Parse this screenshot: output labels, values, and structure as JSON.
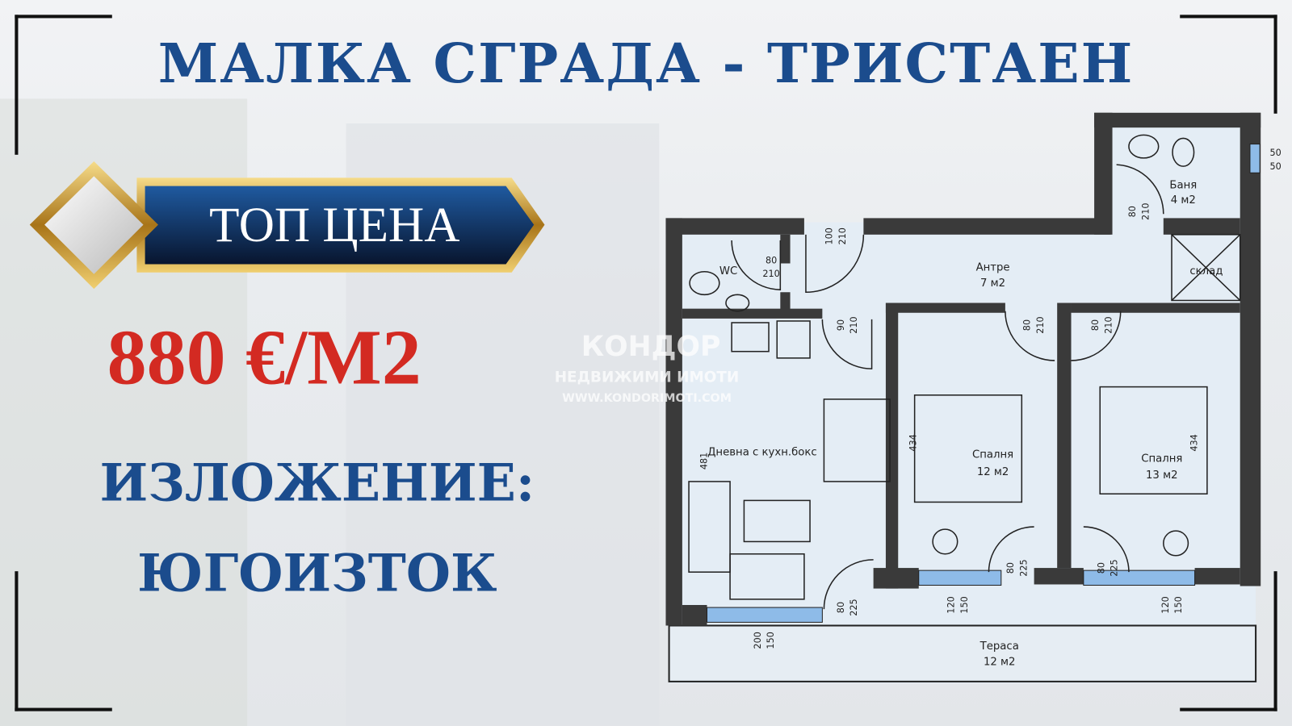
{
  "title": "МАЛКА СГРАДА - ТРИСТАЕН",
  "badge": {
    "label": "ТОП ЦЕНА"
  },
  "price": "880 €/М2",
  "exposure": {
    "label": "ИЗЛОЖЕНИЕ:",
    "value": "ЮГОИЗТОК"
  },
  "watermark": {
    "brand": "КОНДОР",
    "subtitle": "НЕДВИЖИМИ ИМОТИ",
    "url": "WWW.KONDORIMOTI.COM"
  },
  "colors": {
    "title": "#1b4c8d",
    "price": "#d32a22",
    "badge_bg": "#0d2a57",
    "gold": "#c8962e",
    "floor": "#e4edf5",
    "wall": "#1a1a1a",
    "window": "#8ebbe8"
  },
  "floorplan": {
    "rooms": {
      "antre": {
        "name": "Антре",
        "area": "7 м2"
      },
      "wc": {
        "name": "WC"
      },
      "bath": {
        "name": "Баня",
        "area": "4 м2"
      },
      "storage": {
        "name": "склад"
      },
      "living": {
        "name": "Дневна с кухн.бокс"
      },
      "bed1": {
        "name": "Спалня",
        "area": "12 м2"
      },
      "bed2": {
        "name": "Спалня",
        "area": "13 м2"
      },
      "terrace": {
        "name": "Тераса",
        "area": "12 м2"
      }
    },
    "dims": {
      "d1": [
        "100",
        "210"
      ],
      "d2": [
        "80",
        "210"
      ],
      "d3": [
        "90",
        "210"
      ],
      "d4": [
        "80",
        "210"
      ],
      "d5": [
        "80",
        "210"
      ],
      "d6": [
        "80",
        "210"
      ],
      "d7": [
        "80",
        "225"
      ],
      "d8": [
        "80",
        "225"
      ],
      "d9": [
        "80",
        "225"
      ],
      "w1": [
        "120",
        "150"
      ],
      "w2": [
        "120",
        "150"
      ],
      "w3": [
        "200",
        "150"
      ],
      "w4": [
        "50",
        "50"
      ],
      "len1": "434",
      "len2": "434",
      "len3": "481"
    }
  }
}
